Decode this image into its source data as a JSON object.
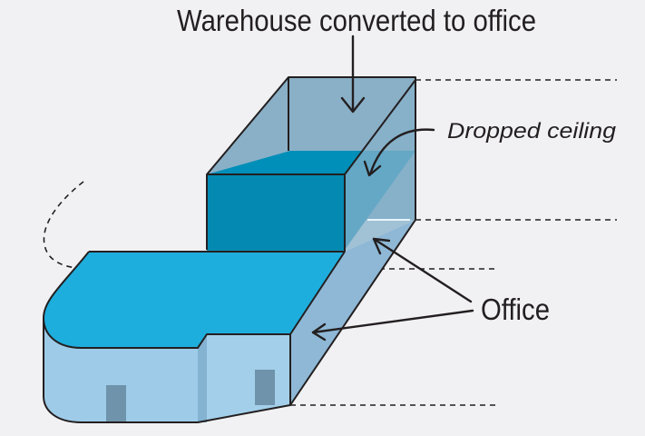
{
  "labels": {
    "title": "Warehouse converted to office",
    "dropped_ceiling": "Dropped ceiling",
    "office": "Office"
  },
  "colors": {
    "background": "#f1f1f3",
    "warehouse_glass": "#7ea8c2",
    "warehouse_floor": "#008fb8",
    "office_roof": "#1eaedd",
    "office_wall": "#9ecbe8",
    "office_side": "#8eb8d6",
    "door": "#6f93ab",
    "outline": "#231f20"
  }
}
